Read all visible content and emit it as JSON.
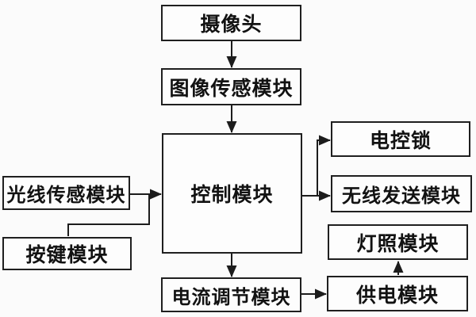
{
  "diagram": {
    "type": "block-diagram",
    "language": "zh-CN",
    "nodes": [
      {
        "id": "camera",
        "label": "摄像头"
      },
      {
        "id": "image-sensor-module",
        "label": "图像传感模块"
      },
      {
        "id": "control-module",
        "label": "控制模块"
      },
      {
        "id": "light-sensor-module",
        "label": "光线传感模块"
      },
      {
        "id": "key-button-module",
        "label": "按键模块"
      },
      {
        "id": "electric-lock",
        "label": "电控锁"
      },
      {
        "id": "wireless-transmit-module",
        "label": "无线发送模块"
      },
      {
        "id": "lighting-module",
        "label": "灯照模块"
      },
      {
        "id": "current-regulation-module",
        "label": "电流调节模块"
      },
      {
        "id": "power-supply-module",
        "label": "供电模块"
      }
    ],
    "edges": [
      {
        "from": "摄像头",
        "to": "图像传感模块",
        "arrow": true
      },
      {
        "from": "图像传感模块",
        "to": "控制模块",
        "arrow": true
      },
      {
        "from": "光线传感模块",
        "to": "控制模块",
        "arrow": true
      },
      {
        "from": "按键模块",
        "to": "控制模块",
        "arrow": true,
        "note": "joins the light-sensor arrow line"
      },
      {
        "from": "控制模块",
        "to": "电控锁",
        "arrow": true
      },
      {
        "from": "控制模块",
        "to": "无线发送模块",
        "arrow": true
      },
      {
        "from": "控制模块",
        "to": "电流调节模块",
        "arrow": true
      },
      {
        "from": "电流调节模块",
        "to": "供电模块",
        "arrow": true
      },
      {
        "from": "供电模块",
        "to": "灯照模块",
        "arrow": true
      }
    ],
    "colors": {
      "line": "#1c1c1c",
      "box_border": "#1f1f1f",
      "box_fill": "#fdfdfd",
      "background": "#fbfbfb",
      "text": "#121212"
    }
  }
}
